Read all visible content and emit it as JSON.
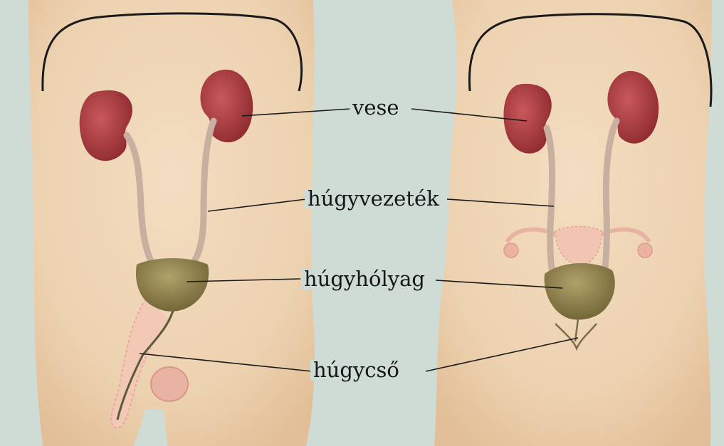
{
  "colors": {
    "background": "#cfdcd6",
    "skin": "#f0d7b6",
    "skin_shadow": "#e2c19c",
    "kidney": "#b8464a",
    "kidney_shade": "#8f2c31",
    "ureter": "#cdb7a6",
    "bladder": "#8b7a45",
    "bladder_highlight": "#a89a62",
    "reproductive_outline": "#e9a8a0",
    "line": "#1a1a1a"
  },
  "labels": {
    "kidney": "vese",
    "ureter": "húgyvezeték",
    "bladder": "húgyhólyag",
    "urethra": "húgycső"
  }
}
